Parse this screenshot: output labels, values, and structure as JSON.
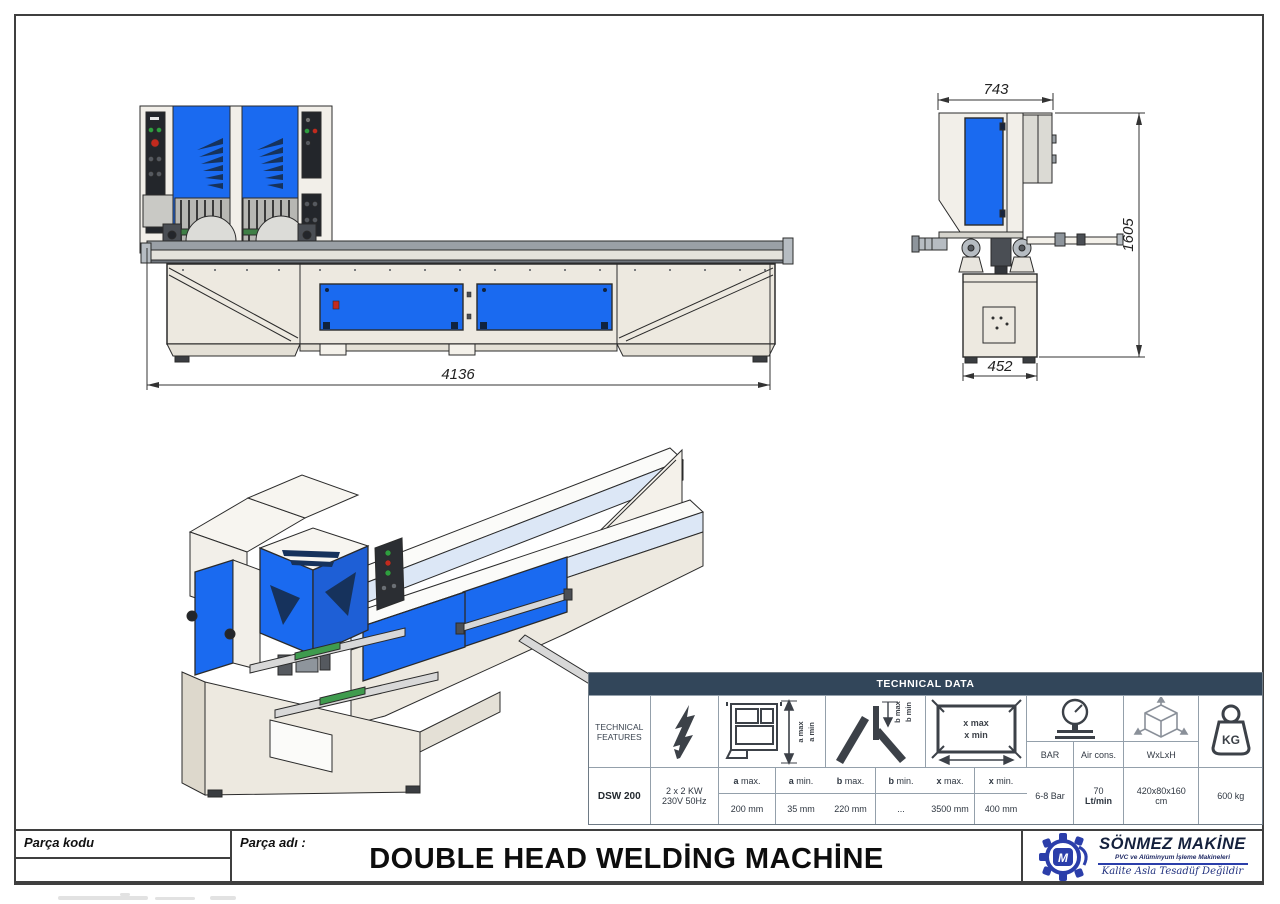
{
  "title_block": {
    "part_code_label": "Parça kodu",
    "part_name_label": "Parça adı :",
    "machine_title": "DOUBLE HEAD WELDİNG MACHİNE"
  },
  "logo": {
    "company": "SÖNMEZ MAKİNE",
    "subtitle": "PVC ve Alüminyum İşleme Makineleri",
    "slogan": "Kalite Asla Tesadüf Değildir",
    "monogram": "M",
    "brand_color": "#2b3eaa"
  },
  "dimensions": {
    "front_total_width": "4136",
    "side_top_width": "743",
    "side_height": "1605",
    "side_base_width": "452"
  },
  "icons": {
    "names": [
      "electricity-icon",
      "profile-section-icon",
      "corner-weld-icon",
      "frame-size-icon",
      "pressure-gauge-icon",
      "package-size-icon",
      "weight-icon",
      "gear-logo-icon"
    ]
  },
  "technical_table": {
    "header": "TECHNICAL DATA",
    "features_line1": "TECHNICAL",
    "features_line2": "FEATURES",
    "profile_labels": {
      "max": "a max",
      "min": "a min"
    },
    "corner_labels": {
      "max": "b max",
      "min": "b min"
    },
    "frame_labels": {
      "max": "x max",
      "min": "x min"
    },
    "gauge_subheaders": {
      "bar": "BAR",
      "air": "Air cons."
    },
    "wlh_label": "WxLxH",
    "kg_label": "KG",
    "row": {
      "model": "DSW 200",
      "power_line1": "2 x 2 KW",
      "power_line2": "230V 50Hz",
      "cols": [
        {
          "prefix": "a",
          "word": "max.",
          "value": "200 mm"
        },
        {
          "prefix": "a",
          "word": "min.",
          "value": "35 mm"
        },
        {
          "prefix": "b",
          "word": "max.",
          "value": "220 mm"
        },
        {
          "prefix": "b",
          "word": "min.",
          "value": "..."
        },
        {
          "prefix": "x",
          "word": "max.",
          "value": "3500 mm"
        },
        {
          "prefix": "x",
          "word": "min.",
          "value": "400 mm"
        }
      ],
      "pressure": "6-8 Bar",
      "air_line1": "70",
      "air_line2": "Lt/min",
      "dims_line1": "420x80x160",
      "dims_line2": "cm",
      "weight": "600 kg"
    }
  }
}
